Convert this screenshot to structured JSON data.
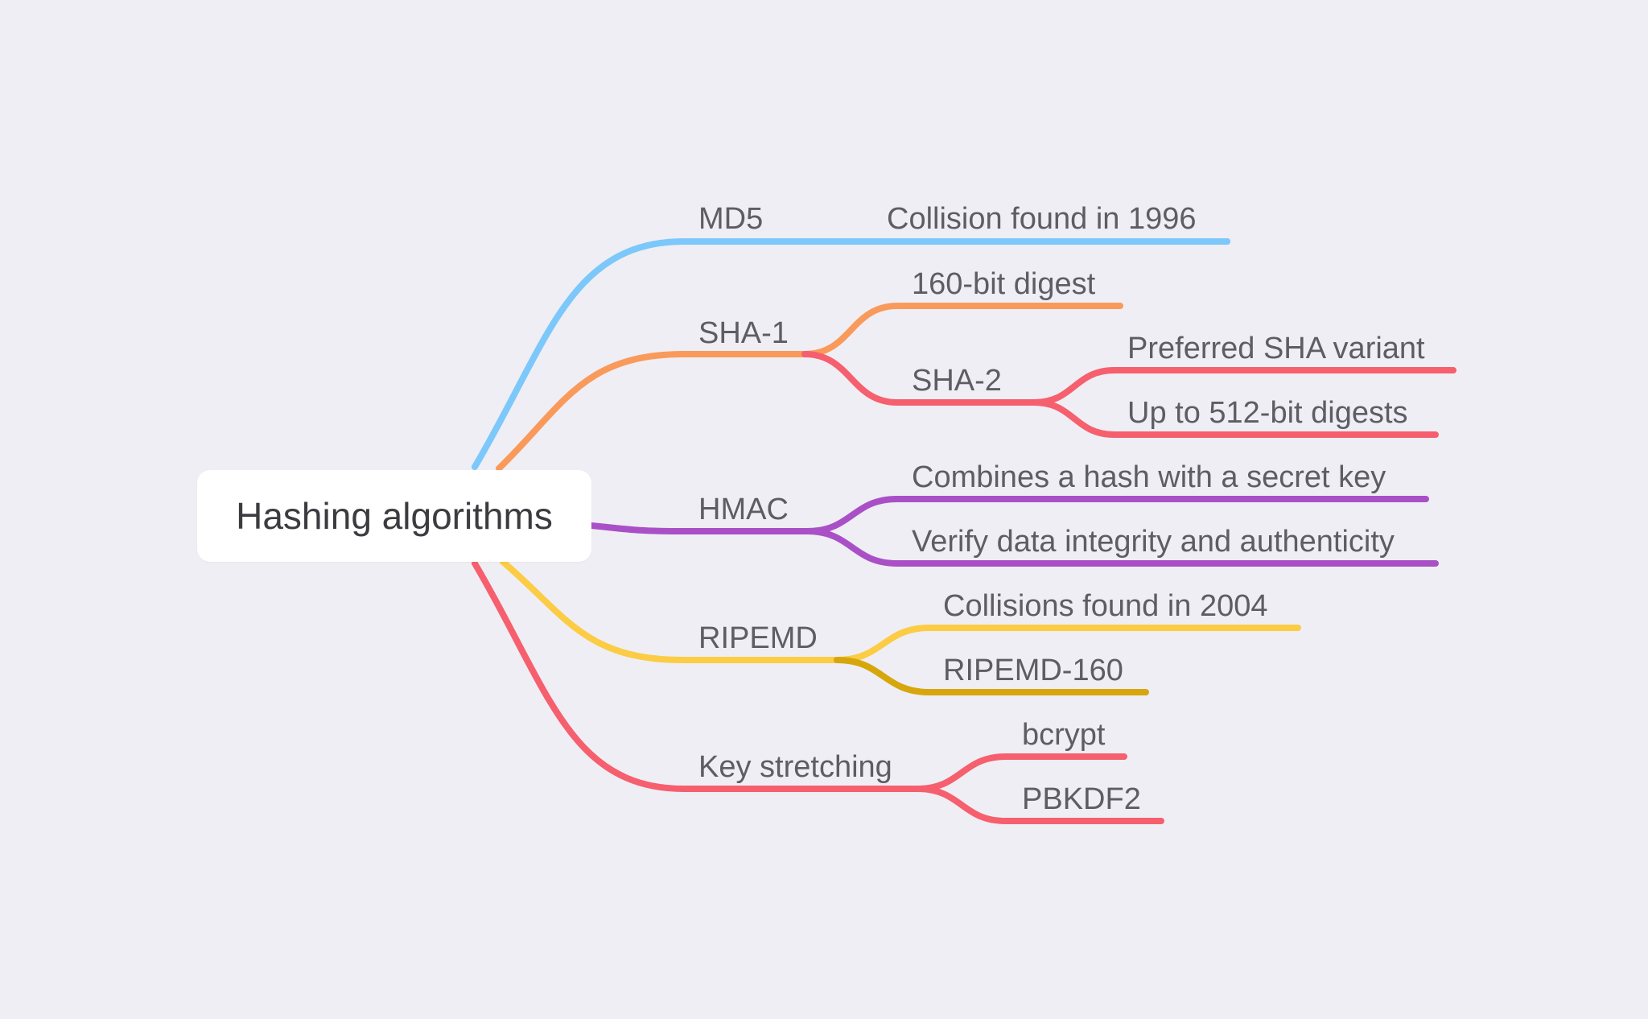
{
  "root": {
    "label": "Hashing algorithms"
  },
  "colors": {
    "blue": "#7cc8fa",
    "orange": "#f99a5b",
    "red": "#f65f6e",
    "purple": "#a950c7",
    "yellow": "#fbcc44",
    "olive": "#d6a60c"
  },
  "nodes": [
    {
      "id": "md5",
      "label": "MD5",
      "color": "blue",
      "children": [
        {
          "id": "md5-collision",
          "label": "Collision found in 1996",
          "color": "blue"
        }
      ]
    },
    {
      "id": "sha1",
      "label": "SHA-1",
      "color": "orange",
      "children": [
        {
          "id": "sha1-digest",
          "label": "160-bit digest",
          "color": "orange"
        },
        {
          "id": "sha2",
          "label": "SHA-2",
          "color": "red",
          "children": [
            {
              "id": "sha2-preferred",
              "label": "Preferred SHA variant",
              "color": "red"
            },
            {
              "id": "sha2-digests",
              "label": "Up to 512-bit digests",
              "color": "red"
            }
          ]
        }
      ]
    },
    {
      "id": "hmac",
      "label": "HMAC",
      "color": "purple",
      "children": [
        {
          "id": "hmac-combines",
          "label": "Combines a hash with a secret key",
          "color": "purple"
        },
        {
          "id": "hmac-verify",
          "label": "Verify data integrity and authenticity",
          "color": "purple"
        }
      ]
    },
    {
      "id": "ripemd",
      "label": "RIPEMD",
      "color": "yellow",
      "children": [
        {
          "id": "ripemd-collisions",
          "label": "Collisions found in 2004",
          "color": "yellow"
        },
        {
          "id": "ripemd-160",
          "label": "RIPEMD-160",
          "color": "olive"
        }
      ]
    },
    {
      "id": "keystretch",
      "label": "Key stretching",
      "color": "red",
      "children": [
        {
          "id": "bcrypt",
          "label": "bcrypt",
          "color": "red"
        },
        {
          "id": "pbkdf2",
          "label": "PBKDF2",
          "color": "red"
        }
      ]
    }
  ]
}
